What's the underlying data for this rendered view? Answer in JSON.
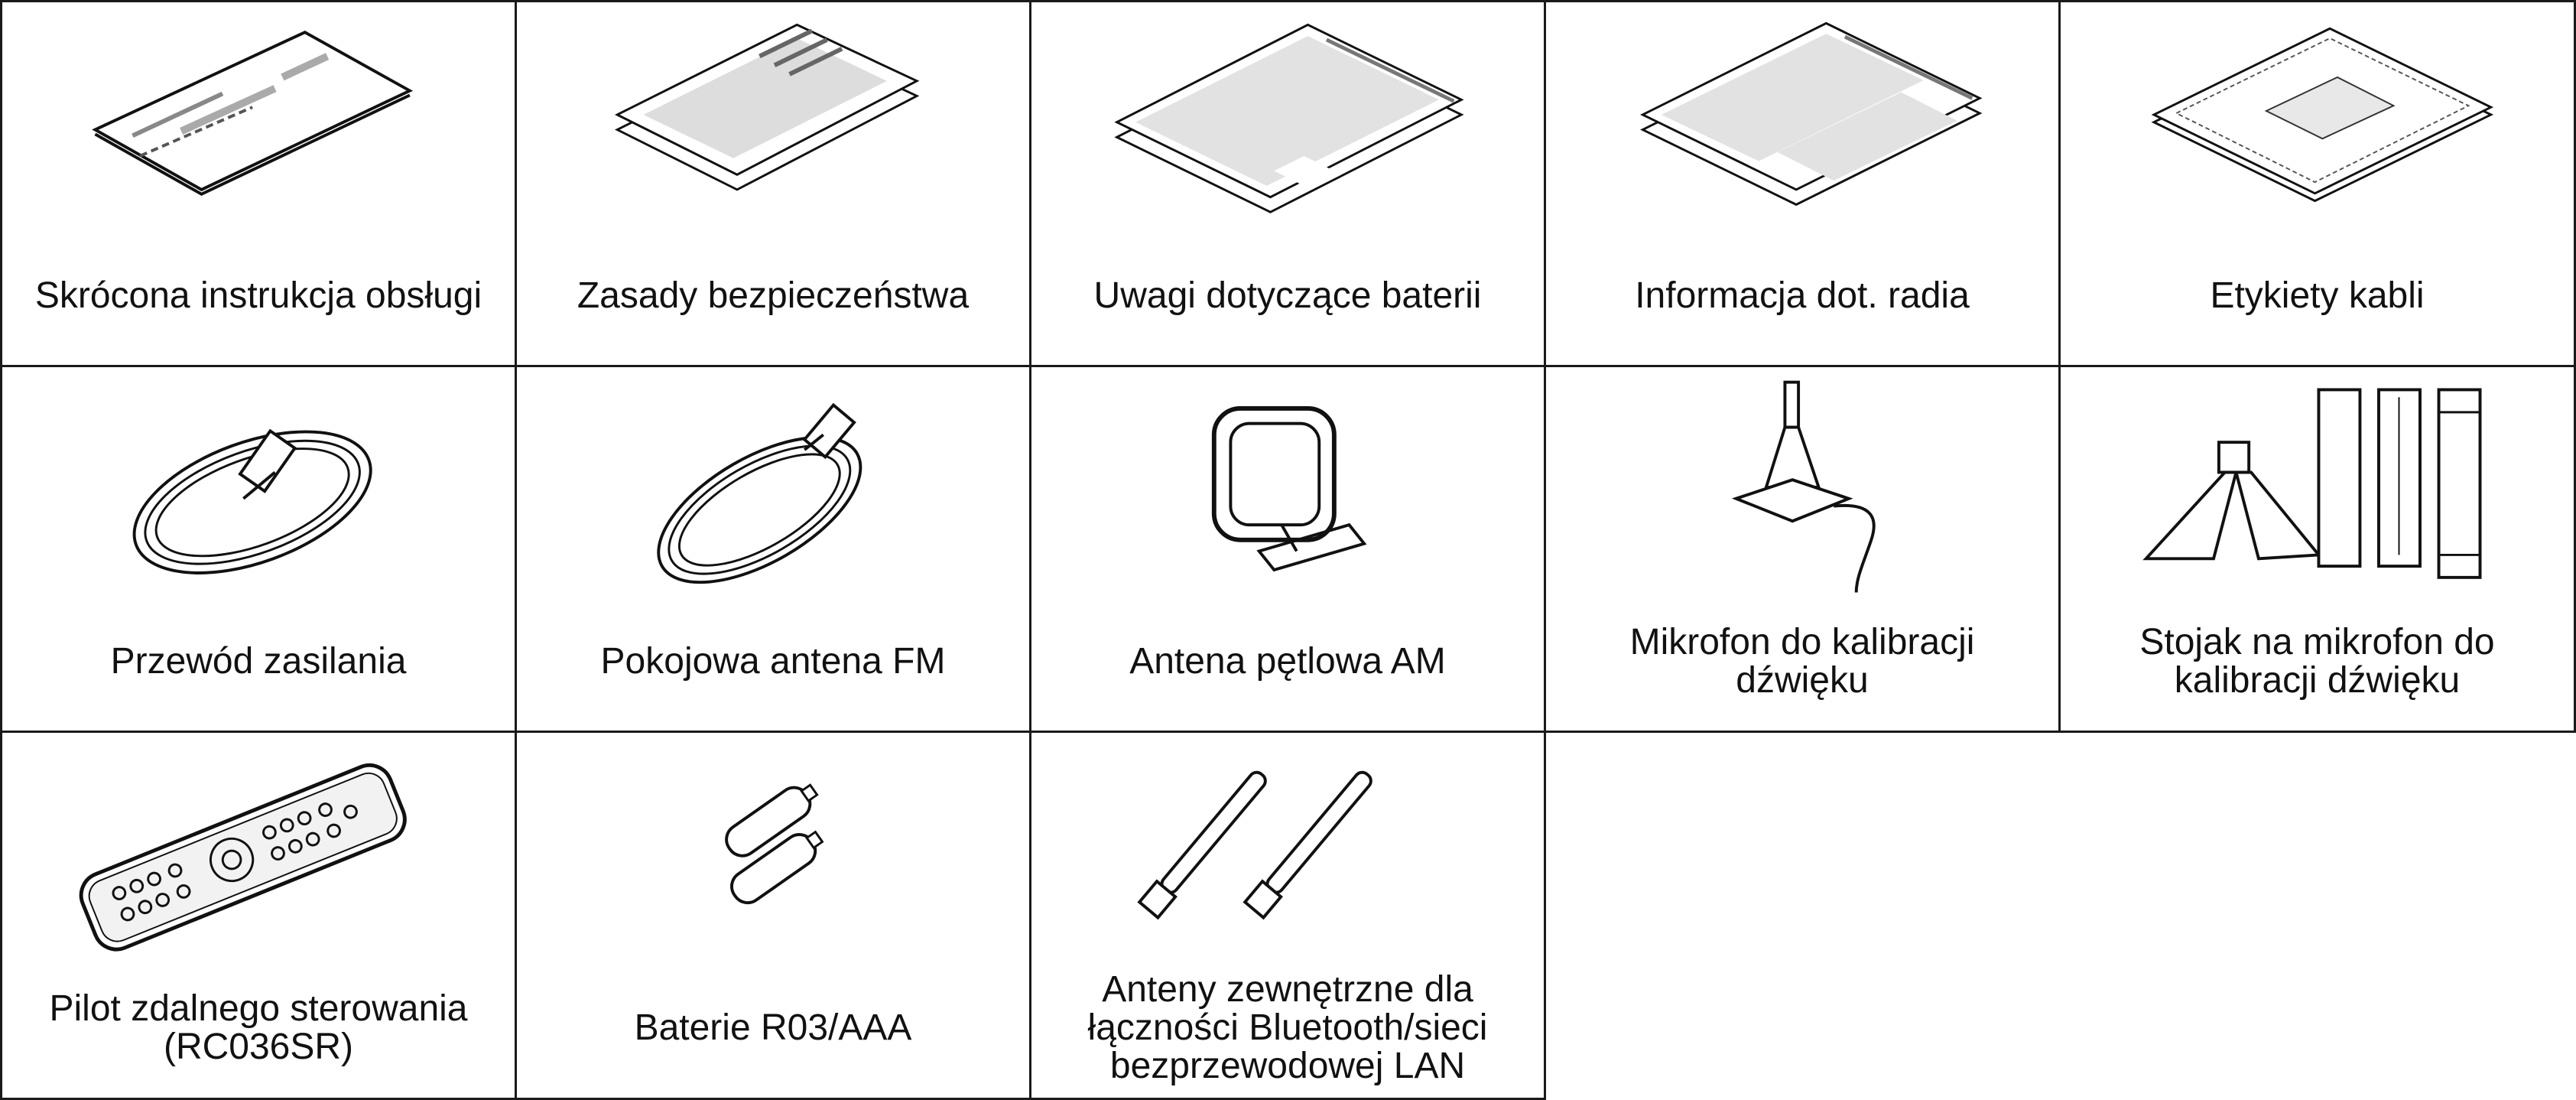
{
  "items": [
    {
      "label": "Skrócona instrukcja obsługi",
      "icon": "quick-start-guide-icon"
    },
    {
      "label": "Zasady bezpieczeństwa",
      "icon": "safety-instructions-icon"
    },
    {
      "label": "Uwagi dotyczące baterii",
      "icon": "battery-notes-icon"
    },
    {
      "label": "Informacja dot. radia",
      "icon": "radio-information-icon"
    },
    {
      "label": "Etykiety kabli",
      "icon": "cable-labels-icon"
    },
    {
      "label": "Przewód zasilania",
      "icon": "power-cord-icon"
    },
    {
      "label": "Pokojowa antena FM",
      "icon": "fm-antenna-icon"
    },
    {
      "label": "Antena pętlowa AM",
      "icon": "am-loop-antenna-icon"
    },
    {
      "label": "Mikrofon do kalibracji\ndźwięku",
      "icon": "calibration-microphone-icon"
    },
    {
      "label": "Stojak na mikrofon do\nkalibracji dźwięku",
      "icon": "microphone-stand-icon"
    },
    {
      "label": "Pilot zdalnego sterowania\n(RC036SR)",
      "icon": "remote-control-icon"
    },
    {
      "label": "Baterie R03/AAA",
      "icon": "batteries-icon"
    },
    {
      "label": "Anteny zewnętrzne dla\nłączności Bluetooth/sieci\nbezprzewodowej LAN",
      "icon": "external-antennas-icon"
    }
  ]
}
